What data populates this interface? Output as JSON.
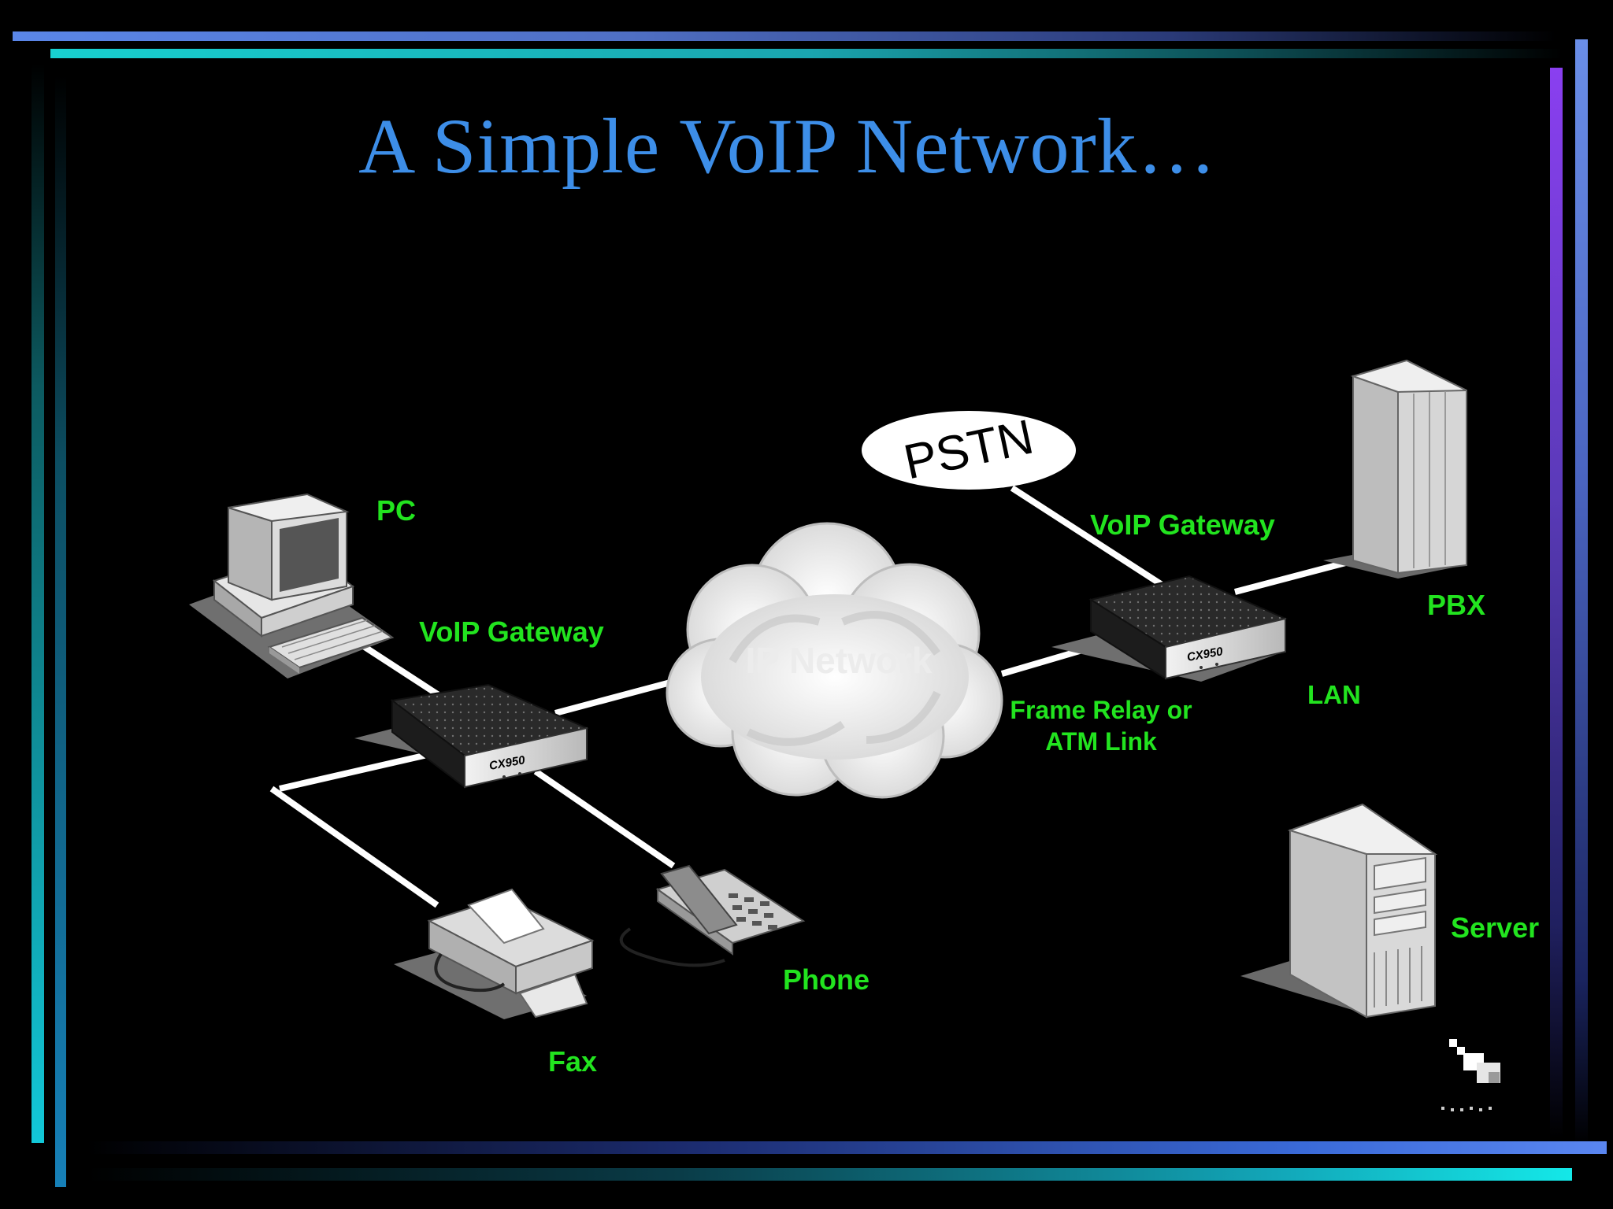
{
  "slide": {
    "title": "A Simple VoIP Network…",
    "colors": {
      "background": "#000000",
      "title": "#3d8ee8",
      "label": "#22e41f",
      "link": "#ffffff"
    }
  },
  "diagram": {
    "nodes": {
      "pc": {
        "label": "PC",
        "icon": "desktop-computer-icon"
      },
      "gateway_left": {
        "label": "VoIP Gateway",
        "icon": "gateway-box-icon",
        "model": "CX950"
      },
      "gateway_right": {
        "label": "VoIP Gateway",
        "icon": "gateway-box-icon",
        "model": "CX950"
      },
      "ip_network": {
        "label": "IP Network",
        "icon": "cloud-icon"
      },
      "pstn": {
        "label": "PSTN",
        "icon": "pstn-ellipse-icon"
      },
      "pbx": {
        "label": "PBX",
        "icon": "pbx-cabinet-icon"
      },
      "server": {
        "label": "Server",
        "icon": "server-tower-icon"
      },
      "fax": {
        "label": "Fax",
        "icon": "fax-machine-icon"
      },
      "phone": {
        "label": "Phone",
        "icon": "desk-phone-icon"
      }
    },
    "link_labels": {
      "wan_line1": "Frame Relay or",
      "wan_line2": "ATM Link",
      "lan": "LAN"
    },
    "edges": [
      [
        "pc",
        "gateway_left"
      ],
      [
        "gateway_left",
        "ip_network"
      ],
      [
        "gateway_left",
        "fax"
      ],
      [
        "gateway_left",
        "phone"
      ],
      [
        "ip_network",
        "gateway_right"
      ],
      [
        "gateway_right",
        "pstn"
      ],
      [
        "gateway_right",
        "pbx"
      ]
    ],
    "decor_icon": "pixel-pointing-hand-icon"
  }
}
